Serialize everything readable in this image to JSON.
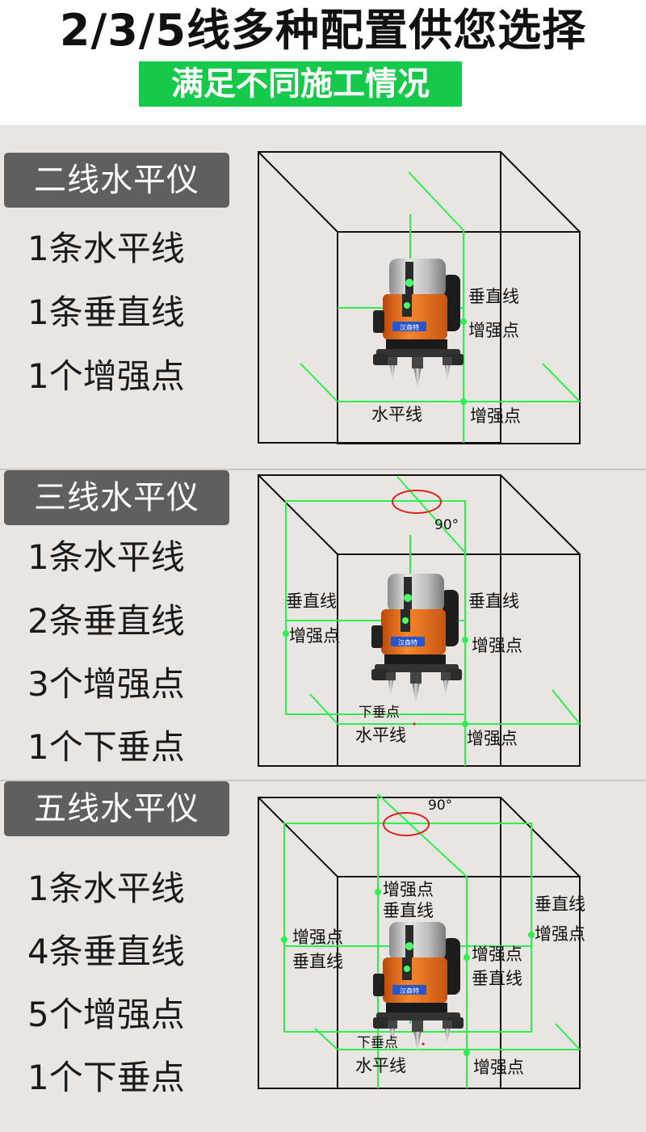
{
  "header": {
    "title": "2/3/5线多种配置供您选择",
    "subtitle": "满足不同施工情况"
  },
  "colors": {
    "laser_green": "#2cf04e",
    "banner_green": "#16c94a",
    "badge_gray": "#5f5f5f",
    "body_orange": "#ee6e1c",
    "panel_bg": "#e8e5e3",
    "angle_ring": "#e02020"
  },
  "sections": [
    {
      "badge": "二线水平仪",
      "features": [
        "1条水平线",
        "1条垂直线",
        "1个增强点"
      ],
      "labels": {
        "vertical": "垂直线",
        "point_right": "增强点",
        "horizontal": "水平线",
        "point_bottom": "增强点"
      }
    },
    {
      "badge": "三线水平仪",
      "features": [
        "1条水平线",
        "2条垂直线",
        "3个增强点",
        "1个下垂点"
      ],
      "labels": {
        "angle": "90°",
        "vertical_left": "垂直线",
        "point_left": "增强点",
        "vertical_right": "垂直线",
        "point_right": "增强点",
        "plumb": "下垂点",
        "horizontal": "水平线",
        "point_bottom": "增强点"
      }
    },
    {
      "badge": "五线水平仪",
      "features": [
        "1条水平线",
        "4条垂直线",
        "5个增强点",
        "1个下垂点"
      ],
      "labels": {
        "angle": "90°",
        "point_top": "增强点",
        "vertical_top": "垂直线",
        "vertical_far_right": "垂直线",
        "point_far_right": "增强点",
        "point_left": "增强点",
        "vertical_left": "垂直线",
        "point_mid_right": "增强点",
        "vertical_mid_right": "垂直线",
        "plumb": "下垂点",
        "horizontal": "水平线",
        "point_bottom": "增强点"
      }
    }
  ],
  "device": {
    "brand": "汉森特"
  }
}
